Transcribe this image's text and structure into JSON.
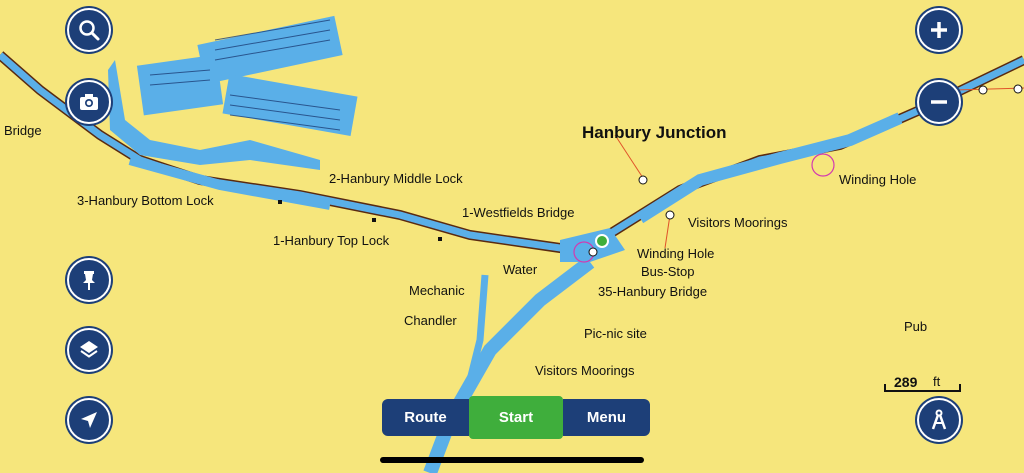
{
  "labels": {
    "bridge": "Bridge",
    "bottom_lock": "3-Hanbury Bottom Lock",
    "middle_lock": "2-Hanbury Middle Lock",
    "top_lock": "1-Hanbury Top Lock",
    "westfields_bridge": "1-Westfields Bridge",
    "water": "Water",
    "mechanic": "Mechanic",
    "chandler": "Chandler",
    "junction": "Hanbury Junction",
    "visitors_moorings_1": "Visitors Moorings",
    "winding_hole_1": "Winding Hole",
    "bus_stop": "Bus-Stop",
    "hanbury_bridge": "35-Hanbury Bridge",
    "picnic": "Pic-nic site",
    "visitors_moorings_2": "Visitors Moorings",
    "winding_hole_2": "Winding Hole",
    "pub": "Pub"
  },
  "bottom_bar": {
    "route": "Route",
    "start": "Start",
    "menu": "Menu"
  },
  "scale": {
    "value": "289",
    "unit": "ft"
  },
  "icons": {
    "search": "search-icon",
    "camera": "camera-icon",
    "pin": "pin-icon",
    "layers": "layers-icon",
    "locate": "location-arrow-icon",
    "zoom_in": "plus-icon",
    "zoom_out": "minus-icon",
    "ruler": "compass-icon"
  },
  "colors": {
    "land": "#f6e67c",
    "water": "#5aafe8",
    "button": "#1d3f78",
    "start": "#3fae3c"
  }
}
